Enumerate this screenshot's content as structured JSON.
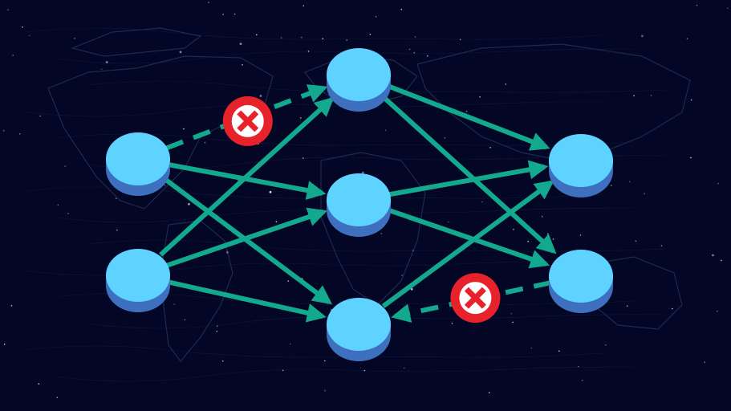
{
  "diagram": {
    "type": "neural-network",
    "background_color": "#030624",
    "map_line_color": "#1c2a55",
    "edge_color": "#13a98f",
    "node_top_color": "#5fd3ff",
    "node_side_color": "#3f6fbf",
    "dropped_icon_color": "#e8222a",
    "layers": [
      {
        "name": "input",
        "nodes": [
          "in-1",
          "in-2"
        ]
      },
      {
        "name": "hidden",
        "nodes": [
          "h-1",
          "h-2",
          "h-3"
        ]
      },
      {
        "name": "output",
        "nodes": [
          "out-1",
          "out-2"
        ]
      }
    ],
    "edges": [
      {
        "from": "in-1",
        "to": "h-1",
        "dropped": true
      },
      {
        "from": "in-1",
        "to": "h-2",
        "dropped": false
      },
      {
        "from": "in-1",
        "to": "h-3",
        "dropped": false
      },
      {
        "from": "in-2",
        "to": "h-1",
        "dropped": false
      },
      {
        "from": "in-2",
        "to": "h-2",
        "dropped": false
      },
      {
        "from": "in-2",
        "to": "h-3",
        "dropped": false
      },
      {
        "from": "h-1",
        "to": "out-1",
        "dropped": false
      },
      {
        "from": "h-1",
        "to": "out-2",
        "dropped": false
      },
      {
        "from": "h-2",
        "to": "out-1",
        "dropped": false
      },
      {
        "from": "h-2",
        "to": "out-2",
        "dropped": false
      },
      {
        "from": "h-3",
        "to": "out-1",
        "dropped": false
      },
      {
        "from": "out-2",
        "to": "h-3",
        "dropped": true
      }
    ],
    "icons": {
      "node": "circle-node-icon",
      "dropped": "cross-circle-icon"
    }
  }
}
